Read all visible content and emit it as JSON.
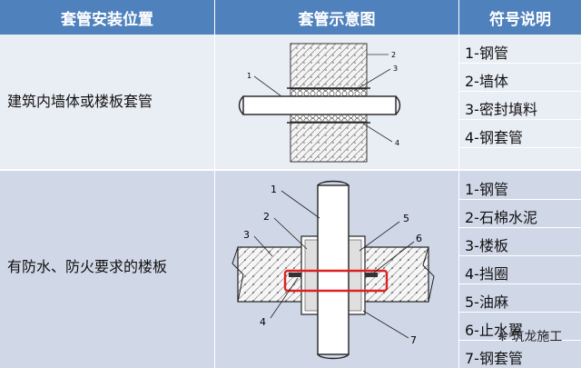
{
  "header": {
    "col1": "套管安装位置",
    "col2": "套管示意图",
    "col3": "符号说明"
  },
  "rows": [
    {
      "position": "建筑内墙体或楼板套管",
      "symbols": [
        "1-钢管",
        "2-墙体",
        "3-密封填料",
        "4-钢套管"
      ],
      "callouts": [
        "1",
        "2",
        "3",
        "4"
      ]
    },
    {
      "position": "有防水、防火要求的楼板",
      "symbols": [
        "1-钢管",
        "2-石棉水泥",
        "3-楼板",
        "4-挡圈",
        "5-油麻",
        "6-止水翼",
        "7-钢套管"
      ],
      "callouts": [
        "1",
        "2",
        "3",
        "4",
        "5",
        "6",
        "7"
      ]
    }
  ],
  "watermark": "筑龙施工",
  "colors": {
    "header": "#4f81bd",
    "row_light": "#e9edf4",
    "row_dark": "#d0d8e8",
    "highlight": "#e02020"
  }
}
